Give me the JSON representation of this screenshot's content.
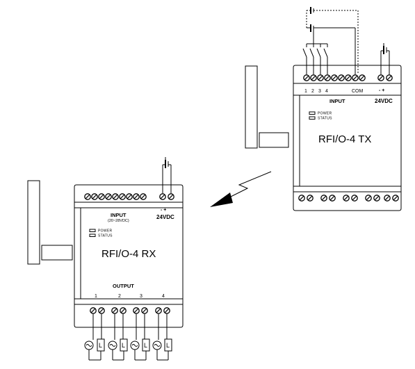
{
  "tx": {
    "title": "RFI/O-4 TX",
    "input_label": "INPUT",
    "com_label": "COM",
    "terminal_numbers": [
      "1",
      "2",
      "3",
      "4"
    ],
    "power_led": "POWER",
    "status_led": "STATUS",
    "polarity": "-  +",
    "supply_label": "24VDC"
  },
  "rx": {
    "title": "RFI/O-4 RX",
    "input_label": "INPUT",
    "input_range": "(20~28VDC)",
    "power_led": "POWER",
    "status_led": "STATUS",
    "polarity": "-  +",
    "supply_label": "24VDC",
    "output_label": "OUTPUT",
    "output_numbers": [
      "1",
      "2",
      "3",
      "4"
    ],
    "load_labels": [
      "L",
      "L",
      "L",
      "L"
    ]
  }
}
